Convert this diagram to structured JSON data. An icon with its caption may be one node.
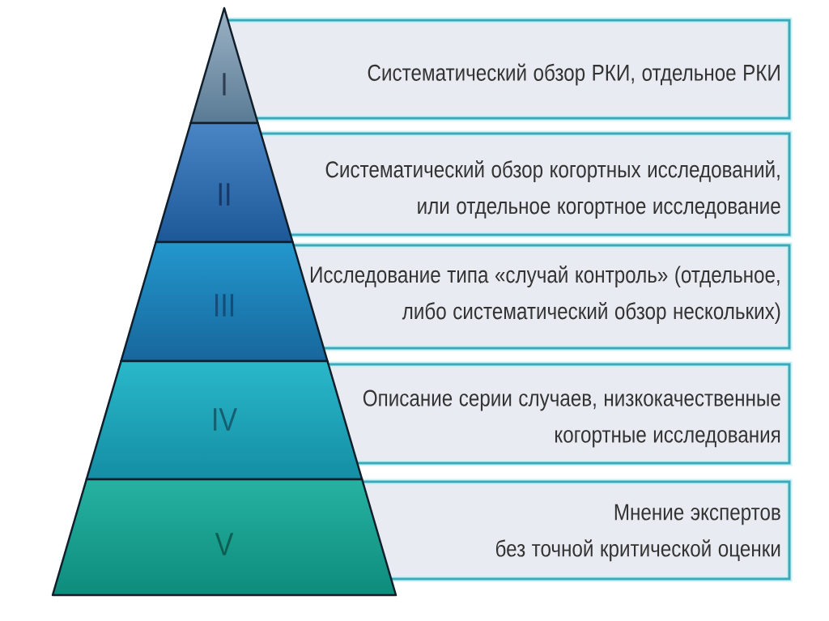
{
  "diagram": {
    "nodes": [
      {
        "text": [
          "I"
        ]
      },
      {
        "text": [
          "Систематический обзор РКИ, отдельное РКИ"
        ]
      },
      {
        "text": [
          "II"
        ]
      },
      {
        "text": [
          "Систематический обзор когортных исследований, или отдельное когортное исследование"
        ]
      },
      {
        "text": [
          "III"
        ]
      },
      {
        "text": [
          "Исследование типа «случай контроль» (отдельное, либо систематический обзор нескольких)"
        ]
      },
      {
        "text": [
          "IV"
        ]
      },
      {
        "text": [
          "Описание серии случаев, низкокачественные когортные исследования"
        ]
      },
      {
        "text": [
          "V"
        ]
      },
      {
        "text": [
          "Мнение экспертов без точной критической оценки"
        ]
      }
    ]
  }
}
